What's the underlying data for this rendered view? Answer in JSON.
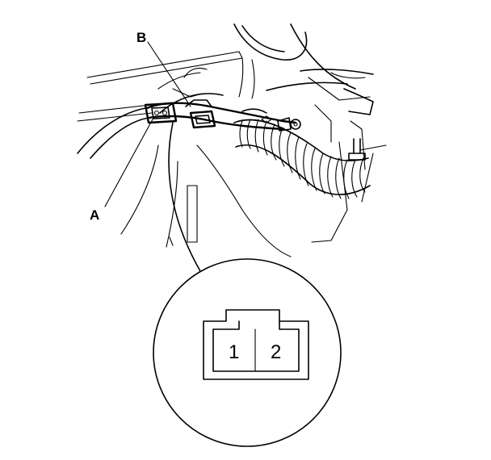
{
  "callouts": {
    "a": "A",
    "b": "B"
  },
  "connector": {
    "pin_1": "1",
    "pin_2": "2"
  }
}
